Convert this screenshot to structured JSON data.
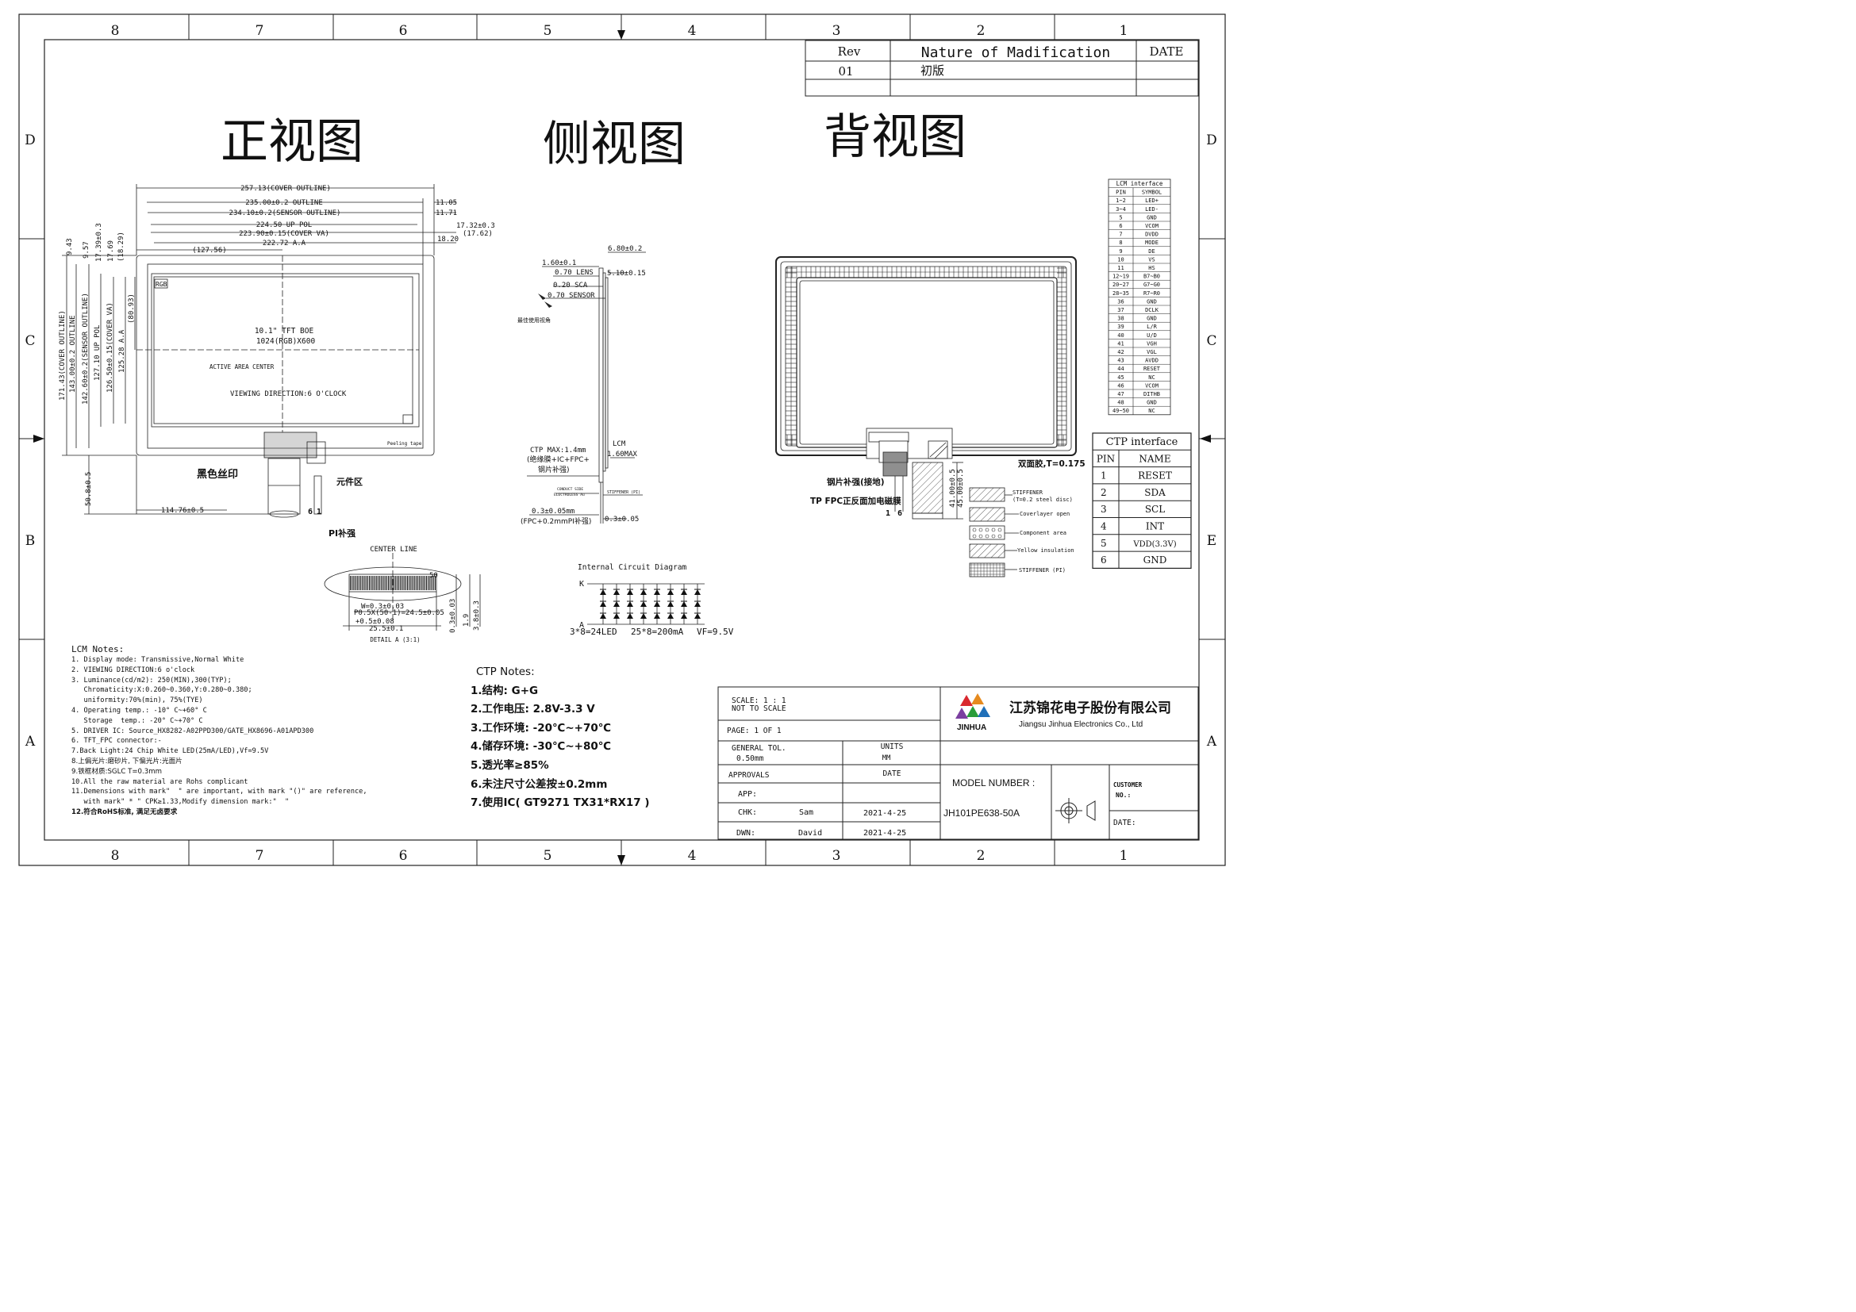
{
  "border": {
    "columns_top": [
      "8",
      "7",
      "6",
      "5",
      "4",
      "3",
      "2",
      "1"
    ],
    "columns_bottom": [
      "8",
      "7",
      "6",
      "5",
      "4",
      "3",
      "2",
      "1"
    ],
    "rows_left": [
      "D",
      "C",
      "B",
      "A"
    ],
    "rows_right": [
      "D",
      "C",
      "E",
      "A"
    ]
  },
  "revision": {
    "header_rev": "Rev",
    "header_mod": "Nature of Madification",
    "header_date": "DATE",
    "rev": "01",
    "mod": "初版"
  },
  "views": {
    "front": "正视图",
    "side": "侧视图",
    "back": "背视图"
  },
  "front_view": {
    "dims": [
      "257.13(COVER OUTLINE)",
      "235.00±0.2 OUTLINE",
      "234.10±0.2(SENSOR OUTLINE)",
      "224.50 UP POL",
      "223.90±0.15(COVER VA)",
      "222.72 A.A",
      "(127.56)",
      "11.05",
      "11.71",
      "17.32±0.3",
      "(17.62)",
      "18.20"
    ],
    "vdims": [
      "9.43",
      "9.57",
      "17.39±0.3",
      "17.69",
      "(18.29)",
      "171.43(COVER OUTLINE)",
      "143.00±0.2 OUTLINE",
      "142.60±0.2(SENSOR OUTLINE)",
      "127.10 UP POL",
      "126.50±0.15(COVER VA)",
      "125.28 A.A",
      "(80.93)",
      "50.8±0.5"
    ],
    "rgb": "RGB",
    "panel_line1": "10.1\" TFT  BOE",
    "panel_line2": "1024(RGB)X600",
    "active_center": "ACTIVE AREA CENTER",
    "viewing": "VIEWING DIRECTION:6 O'CLOCK",
    "peeling": "Peeling tape",
    "black_print": "黑色丝印",
    "components": "元件区",
    "pi": "PI补强",
    "width_dim": "114.76±0.5",
    "pin6": "6",
    "pin1": "1"
  },
  "side_view": {
    "dims": [
      "6.80±0.2",
      "1.60±0.1",
      "0.70 LENS",
      "5.10±0.15",
      "0.20 SCA",
      "0.70 SENSOR"
    ],
    "best_view": "最佳使用视角",
    "ctp_max1": "CTP MAX:1.4mm",
    "ctp_max2": "(绝缘膜+IC+FPC+",
    "ctp_max3": "钢片补强)",
    "lcm": "LCM",
    "lcm_max": "1.60MAX",
    "conduct1": "CONDUCT SIDE",
    "conduct2": "ELECTROLESS Au",
    "stiffener_pi": "STIFFENER (PI)",
    "fpc1": "0.3±0.05mm",
    "fpc2": "(FPC+0.2mmPI补强)",
    "fpc3": "0.3±0.05"
  },
  "detail": {
    "center_line": "CENTER LINE",
    "pin50": "50",
    "w": "W=0.3±0.03",
    "p": "P0.5X(50-1)=24.5±0.05",
    "p2": "+0.5±0.08",
    "l": "25.5±0.1",
    "h1": "0.3±0.03",
    "h2": "1.9",
    "h3": "3.8±0.3",
    "caption": "DETAIL A (3:1)"
  },
  "circuit": {
    "title": "Internal Circuit Diagram",
    "k": "K",
    "a": "A",
    "leds": "3*8=24LED",
    "current": "25*8=200mA",
    "vf": "VF=9.5V"
  },
  "back_view": {
    "tape": "双面胶,T=0.175",
    "steel": "钢片补强(接地)",
    "tp_fpc": "TP FPC正反面加电磁膜",
    "pin1": "1",
    "pin6": "6",
    "d1": "41.00±0.5",
    "d2": "45.00±0.5",
    "legend": [
      "STIFFENER",
      "(T=0.2 steel disc)",
      "Coverlayer open",
      "Component area",
      "Yellow insulation",
      "STIFFENER (PI)"
    ]
  },
  "lcm_interface": {
    "title": "LCM interface",
    "headers": [
      "PIN",
      "SYMBOL"
    ],
    "rows": [
      [
        "1~2",
        "LED+"
      ],
      [
        "3~4",
        "LED-"
      ],
      [
        "5",
        "GND"
      ],
      [
        "6",
        "VCOM"
      ],
      [
        "7",
        "DVDD"
      ],
      [
        "8",
        "MODE"
      ],
      [
        "9",
        "DE"
      ],
      [
        "10",
        "VS"
      ],
      [
        "11",
        "HS"
      ],
      [
        "12~19",
        "B7~B0"
      ],
      [
        "20~27",
        "G7~G0"
      ],
      [
        "28~35",
        "R7~R0"
      ],
      [
        "36",
        "GND"
      ],
      [
        "37",
        "DCLK"
      ],
      [
        "38",
        "GND"
      ],
      [
        "39",
        "L/R"
      ],
      [
        "40",
        "U/D"
      ],
      [
        "41",
        "VGH"
      ],
      [
        "42",
        "VGL"
      ],
      [
        "43",
        "AVDD"
      ],
      [
        "44",
        "RESET"
      ],
      [
        "45",
        "NC"
      ],
      [
        "46",
        "VCOM"
      ],
      [
        "47",
        "DITHB"
      ],
      [
        "48",
        "GND"
      ],
      [
        "49~50",
        "NC"
      ]
    ]
  },
  "ctp_interface": {
    "title": "CTP interface",
    "headers": [
      "PIN",
      "NAME"
    ],
    "rows": [
      [
        "1",
        "RESET"
      ],
      [
        "2",
        "SDA"
      ],
      [
        "3",
        "SCL"
      ],
      [
        "4",
        "INT"
      ],
      [
        "5",
        "VDD(3.3V)"
      ],
      [
        "6",
        "GND"
      ]
    ]
  },
  "lcm_notes": {
    "title": "LCM Notes:",
    "lines": [
      "1. Display mode: Transmissive,Normal White",
      "2. VIEWING DIRECTION:6 o'clock",
      "3. Luminance(cd/m2): 250(MIN),300(TYP);",
      "   Chromaticity:X:0.260~0.360,Y:0.280~0.380;",
      "   uniformity:70%(min), 75%(TYE)",
      "4. Operating temp.: -10° C~+60° C",
      "   Storage  temp.: -20° C~+70° C",
      "5. DRIVER IC: Source_HX8282-A02PPD300/GATE_HX8696-A01APD300",
      "6. TFT_FPC connector:-",
      "7.Back Light:24 Chip White LED(25mA/LED),Vf=9.5V",
      "8.上偏光片:磨砂片, 下偏光片:光面片",
      "9.铁框材质:SGLC T=0.3mm",
      "10.All the raw material are Rohs complicant",
      "11.Demensions with mark\"  \" are important, with mark \"()\" are reference,",
      "   with mark\" * \" CPK≥1.33,Modify dimension mark:\"  \""
    ],
    "last": "12.符合RoHS标准, 满足无卤要求"
  },
  "ctp_notes": {
    "title": "CTP Notes:",
    "lines": [
      "1.结构:  G+G",
      "2.工作电压: 2.8V-3.3 V",
      "3.工作环境: -20℃~+70℃",
      "4.储存环境: -30℃~+80℃",
      "5.透光率≥85%",
      "6.未注尺寸公差按±0.2mm",
      "7.使用IC( GT9271 TX31*RX17  )"
    ]
  },
  "title_block": {
    "scale": "SCALE: 1 : 1",
    "not_to_scale": "NOT TO SCALE",
    "page": "PAGE:  1 OF 1",
    "gen_tol": "GENERAL TOL.",
    "tol_val": "0.50mm",
    "units": "UNITS",
    "units_val": "MM",
    "approvals": "APPROVALS",
    "date": "DATE",
    "app": "APP:",
    "chk": "CHK:",
    "chk_name": "Sam",
    "chk_date": "2021-4-25",
    "dwn": "DWN:",
    "dwn_name": "David",
    "dwn_date": "2021-4-25",
    "company_cn": "江苏锦花电子股份有限公司",
    "company_en": "Jiangsu Jinhua Electronics Co., Ltd",
    "logo_text": "JINHUA",
    "model_label": "MODEL NUMBER :",
    "model": "JH101PE638-50A",
    "customer": "CUSTOMER",
    "no": "NO.:",
    "cdate": "DATE:"
  }
}
